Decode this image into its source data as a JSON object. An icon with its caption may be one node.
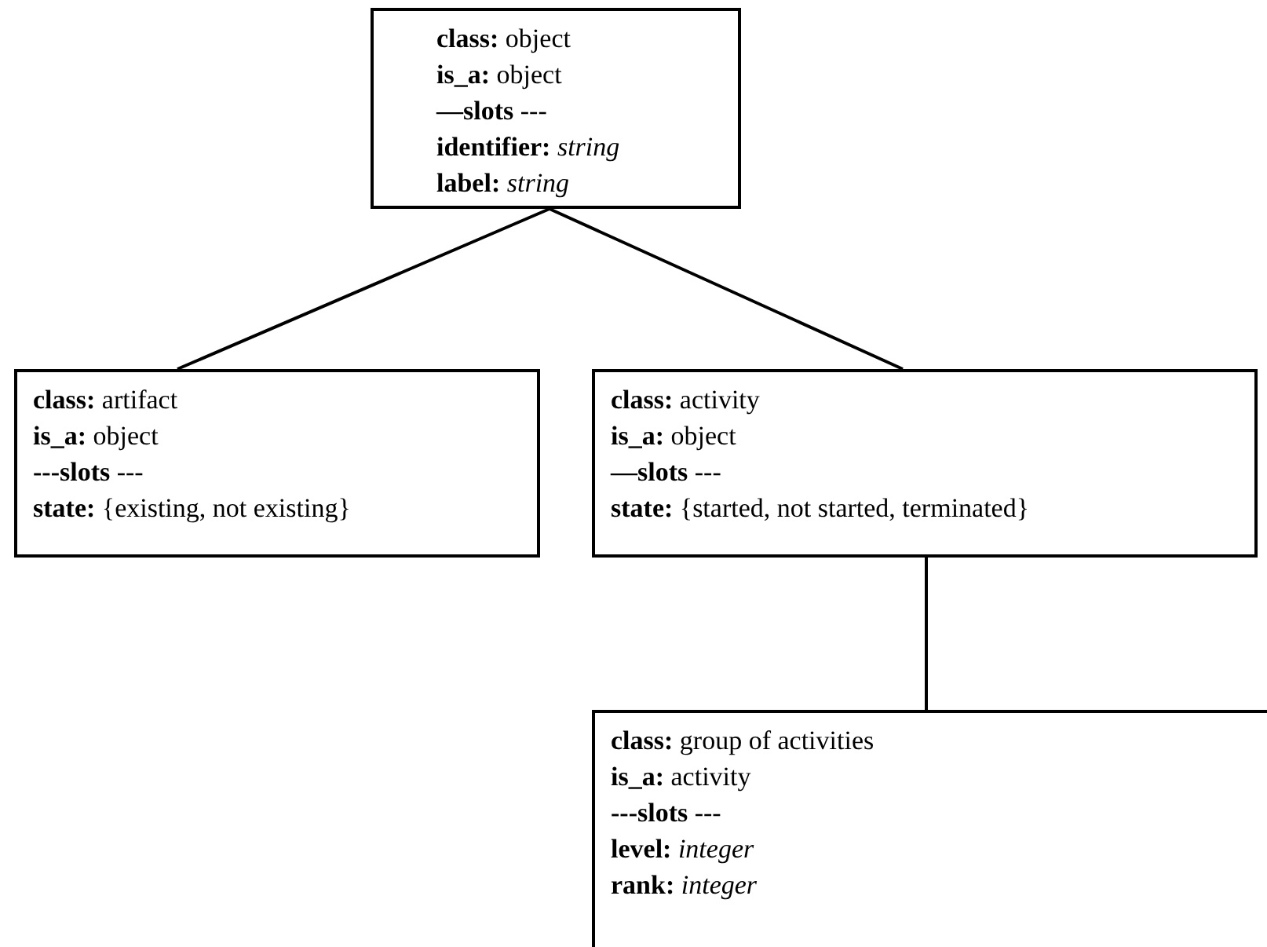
{
  "diagram": {
    "nodes": [
      {
        "text": [
          "**class:** object",
          "**is_a:** object",
          "**—slots** ---",
          "**identifier:** *string*",
          "**label:** *string*"
        ]
      },
      {
        "text": [
          "**class:** artifact",
          "**is_a:** object",
          "**---slots** ---",
          "**state:** {existing, not existing}"
        ]
      },
      {
        "text": [
          "**class:** activity",
          "**is_a:** object",
          "**—slots** ---",
          "**state:** {started, not started, terminated}"
        ]
      },
      {
        "text": [
          "**class:** group of activities",
          "**is_a:** activity",
          "**---slots** ---",
          "**level:** *integer*",
          "**rank:** *integer*"
        ]
      }
    ],
    "edges": [
      {
        "from": 0,
        "to": 1,
        "arrow": "none"
      },
      {
        "from": 0,
        "to": 2,
        "arrow": "none"
      },
      {
        "from": 2,
        "to": 3,
        "arrow": "none"
      }
    ]
  }
}
